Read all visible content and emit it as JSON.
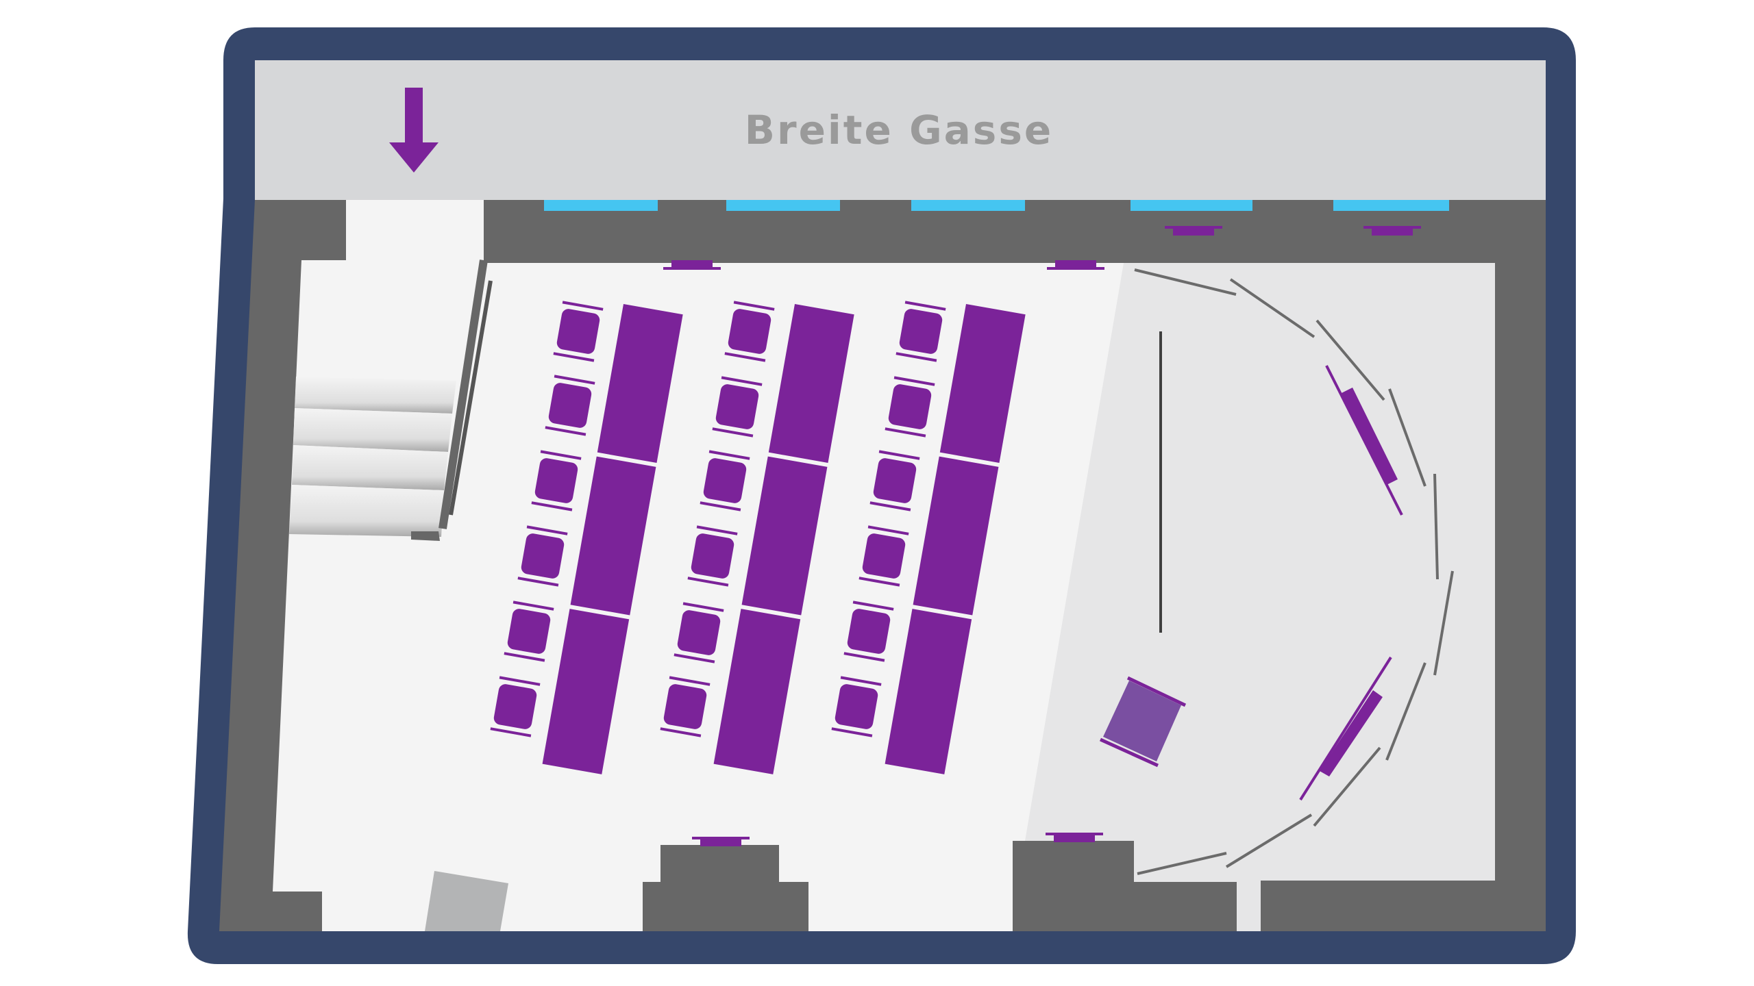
{
  "street": {
    "label": "Breite Gasse"
  },
  "icons": {
    "entrance": "arrow-down-icon"
  },
  "colors": {
    "frame": "#36476b",
    "street": "#d6d7d9",
    "wall": "#676767",
    "floor": "#f4f4f4",
    "stage_floor": "#e6e6e7",
    "window": "#45c5f1",
    "furniture": "#7b2399",
    "podium": "#7a4fa1",
    "stairs": "#b3b4b5",
    "partition": "#6b6b6b"
  },
  "furniture_counts": {
    "chairs_per_column": 6,
    "table_columns": 3,
    "tables_per_column": 3
  }
}
